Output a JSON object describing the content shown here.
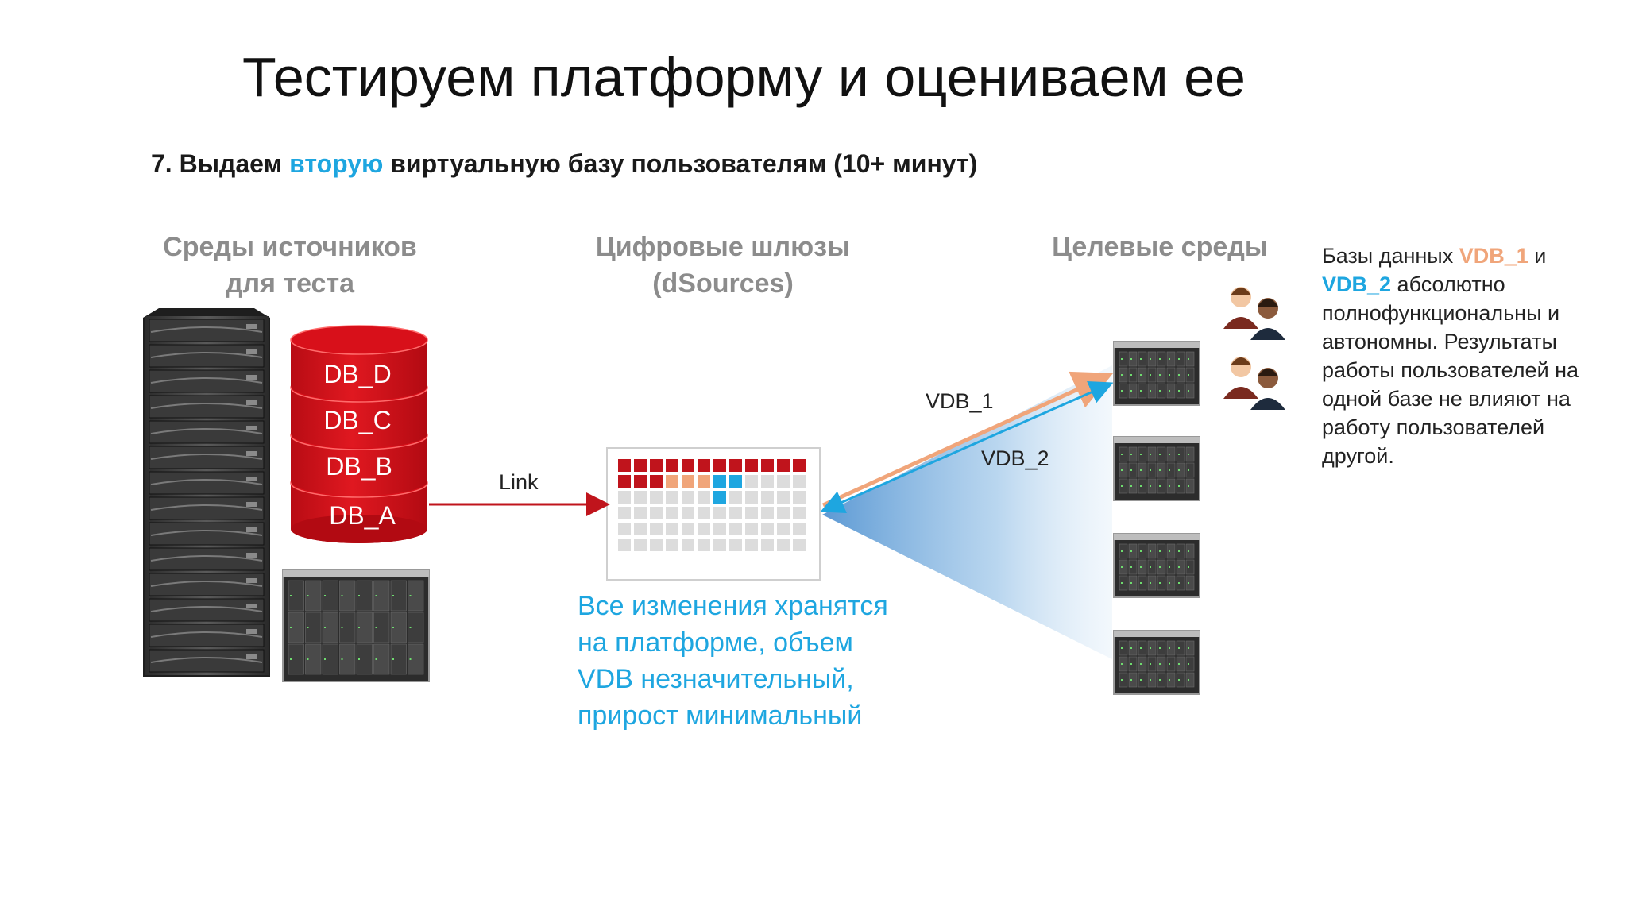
{
  "slide": {
    "title": "Тестируем платформу и оцениваем ее",
    "step": {
      "prefix": "7. Выдаем ",
      "highlight": "вторую",
      "suffix": " виртуальную базу пользователям (10+ минут)"
    }
  },
  "columns": {
    "sources": {
      "line1": "Среды источников",
      "line2": "для теста"
    },
    "gateways": {
      "line1": "Цифровые шлюзы",
      "line2": "(dSources)"
    },
    "targets": {
      "line1": "Целевые среды"
    }
  },
  "databases": [
    "DB_D",
    "DB_C",
    "DB_B",
    "DB_A"
  ],
  "arrows": {
    "link": "Link",
    "vdb1": "VDB_1",
    "vdb2": "VDB_2"
  },
  "change_note": {
    "line1": "Все изменения хранятся",
    "line2": "на платформе, объем",
    "line3": "VDB незначительный,",
    "line4": "прирост минимальный"
  },
  "note": {
    "part1": "Базы данных ",
    "vdb1": "VDB_1",
    "part2": " и",
    "vdb2": "VDB_2",
    "part3": " абсолютно полнофункциональны и автономны. Результаты работы пользователей на одной базе не влияют на работу пользователей другой."
  },
  "colors": {
    "db_red": "#d8101a",
    "accent_blue": "#1ea6e0",
    "accent_orange": "#f0a57a",
    "link_red": "#c0141c",
    "header_gray": "#8c8c8c"
  },
  "icons": [
    "server-rack-icon",
    "blade-chassis-icon",
    "database-cylinder-icon",
    "storage-grid-icon",
    "users-icon"
  ]
}
